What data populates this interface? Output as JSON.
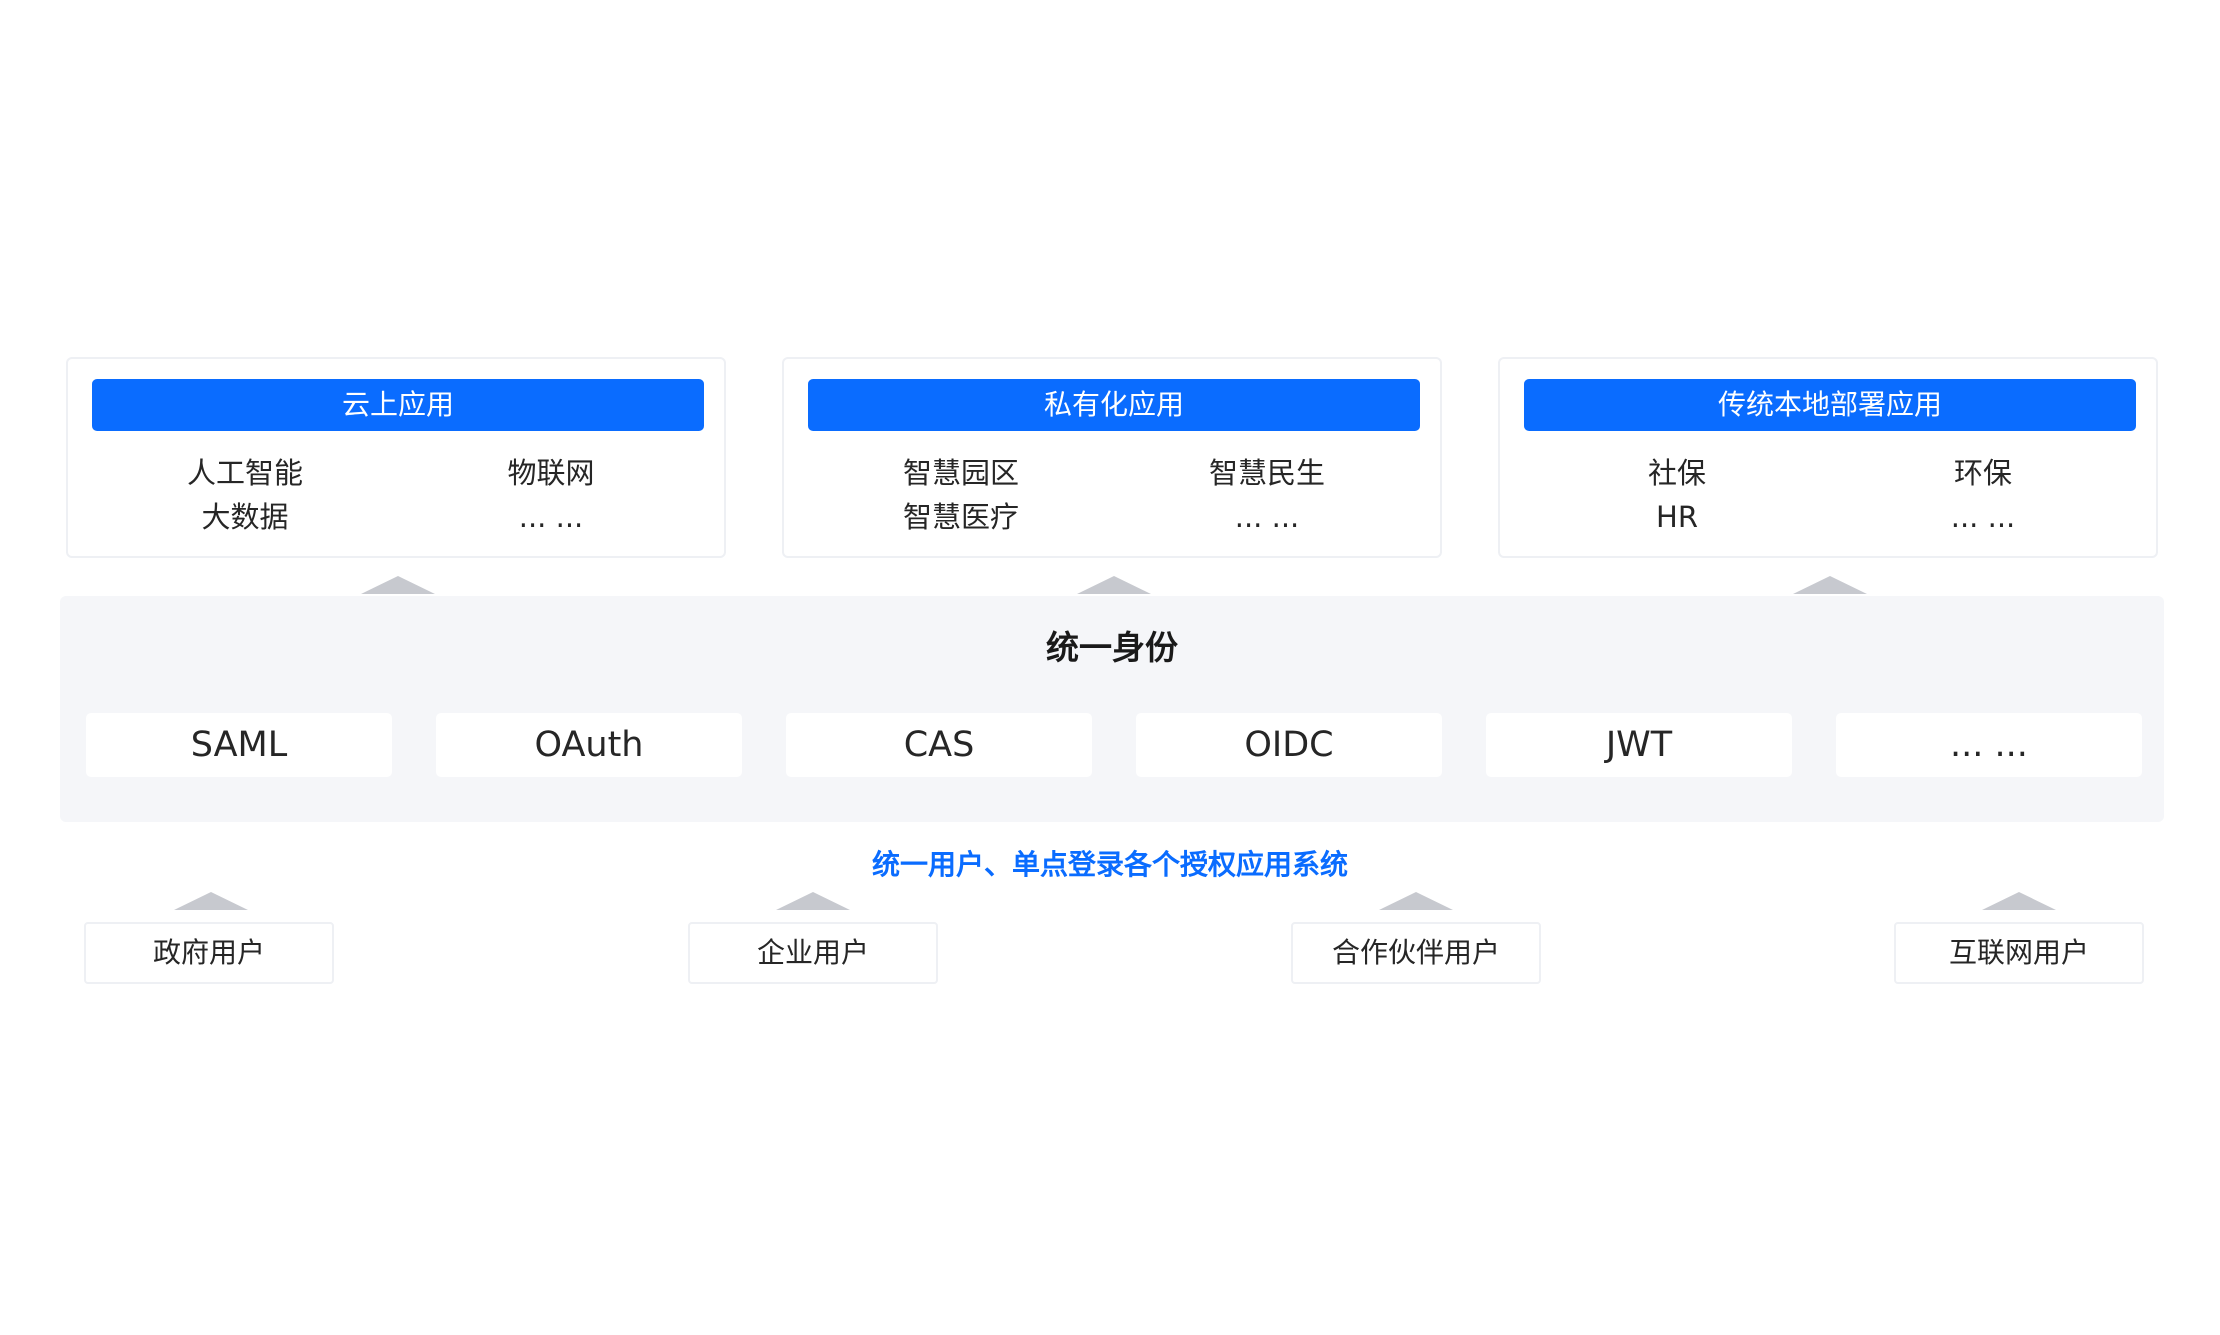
{
  "apps": [
    {
      "title": "云上应用",
      "items": [
        "人工智能",
        "物联网",
        "大数据",
        "... ..."
      ]
    },
    {
      "title": "私有化应用",
      "items": [
        "智慧园区",
        "智慧民生",
        "智慧医疗",
        "... ..."
      ]
    },
    {
      "title": "传统本地部署应用",
      "items": [
        "社保",
        "环保",
        "HR",
        "... ..."
      ]
    }
  ],
  "identity": {
    "title": "统一身份",
    "protocols": [
      "SAML",
      "OAuth",
      "CAS",
      "OIDC",
      "JWT",
      "... ..."
    ]
  },
  "caption": "统一用户、单点登录各个授权应用系统",
  "users": [
    "政府用户",
    "企业用户",
    "合作伙伴用户",
    "互联网用户"
  ],
  "colors": {
    "accent": "#0a6cff",
    "panel": "#f5f6f9",
    "triangle": "#c7c9cf"
  }
}
